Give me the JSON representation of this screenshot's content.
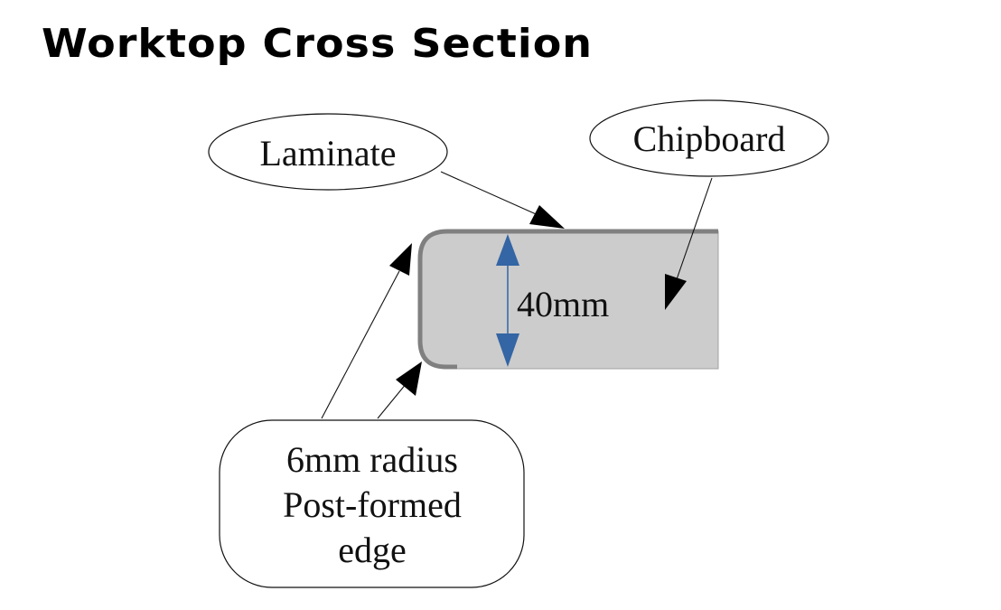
{
  "title": "Worktop Cross Section",
  "callouts": {
    "laminate": "Laminate",
    "chipboard": "Chipboard",
    "edge": [
      "6mm radius",
      "Post-formed",
      "edge"
    ]
  },
  "dimension": {
    "thickness": "40mm"
  },
  "colors": {
    "board_fill": "#cccccc",
    "laminate_stroke": "#808080",
    "dimension_arrow": "#3465a4",
    "text": "#111111"
  }
}
